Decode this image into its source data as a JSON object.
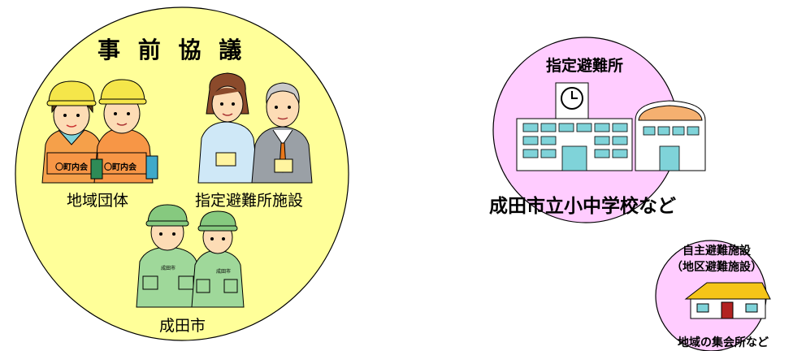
{
  "left": {
    "title": "事 前 協 議",
    "groups": {
      "community": "地域団体",
      "facility": "指定避難所施設",
      "city": "成田市"
    },
    "vest_tags": [
      "〇町内会",
      "〇町内会"
    ],
    "uniform_tags": [
      "成田市",
      "成田市"
    ]
  },
  "right_top": {
    "title": "指定避難所",
    "caption": "成田市立小中学校など"
  },
  "right_bottom": {
    "title_line1": "自主避難施設",
    "title_line2": "（地区避難施設）",
    "caption": "地域の集会所など"
  },
  "colors": {
    "left_circle": "#FFFF99",
    "right_circles": "#FFCCFF",
    "outline": "#000000"
  }
}
